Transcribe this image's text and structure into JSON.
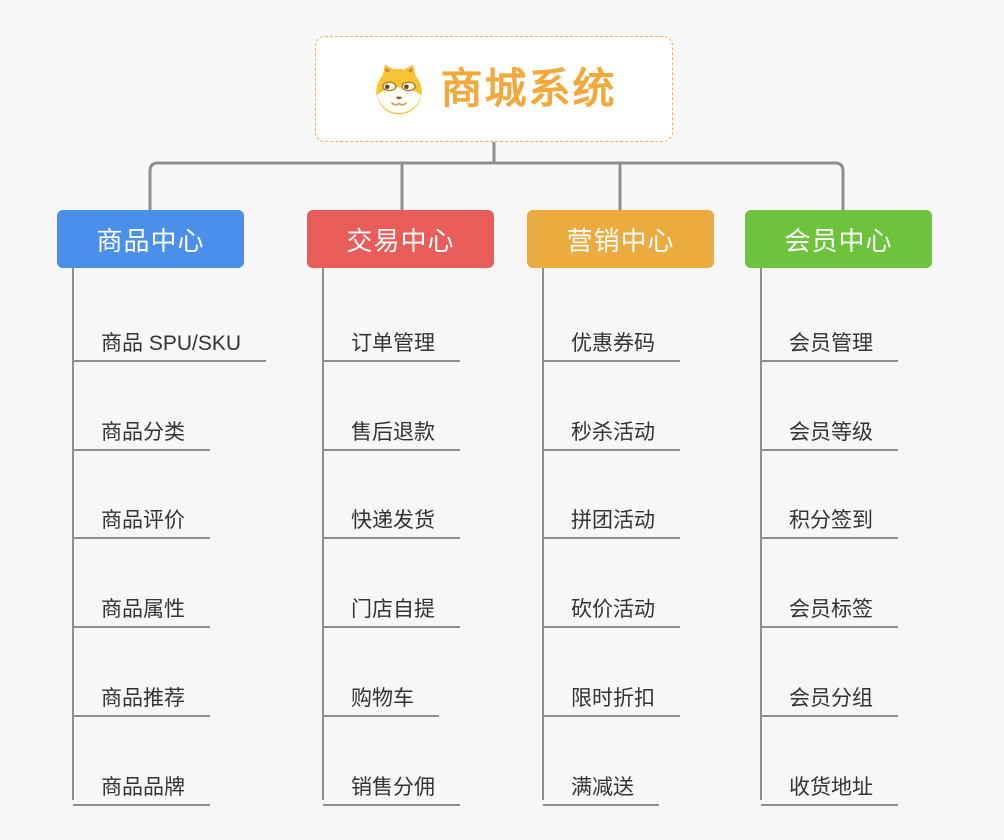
{
  "canvas": {
    "background_color": "#f7f7f7",
    "connector_color": "#8f8f8f"
  },
  "root": {
    "title": "商城系统",
    "icon": "shiba-dog-icon",
    "accent_color": "#f2a93c",
    "border_color": "#f5b054"
  },
  "branches": [
    {
      "label": "商品中心",
      "color": "#4a90ea",
      "items": [
        "商品 SPU/SKU",
        "商品分类",
        "商品评价",
        "商品属性",
        "商品推荐",
        "商品品牌"
      ]
    },
    {
      "label": "交易中心",
      "color": "#e85c5a",
      "items": [
        "订单管理",
        "售后退款",
        "快递发货",
        "门店自提",
        "购物车",
        "销售分佣"
      ]
    },
    {
      "label": "营销中心",
      "color": "#ebab3f",
      "items": [
        "优惠券码",
        "秒杀活动",
        "拼团活动",
        "砍价活动",
        "限时折扣",
        "满减送"
      ]
    },
    {
      "label": "会员中心",
      "color": "#6dc43c",
      "items": [
        "会员管理",
        "会员等级",
        "积分签到",
        "会员标签",
        "会员分组",
        "收货地址"
      ]
    }
  ]
}
